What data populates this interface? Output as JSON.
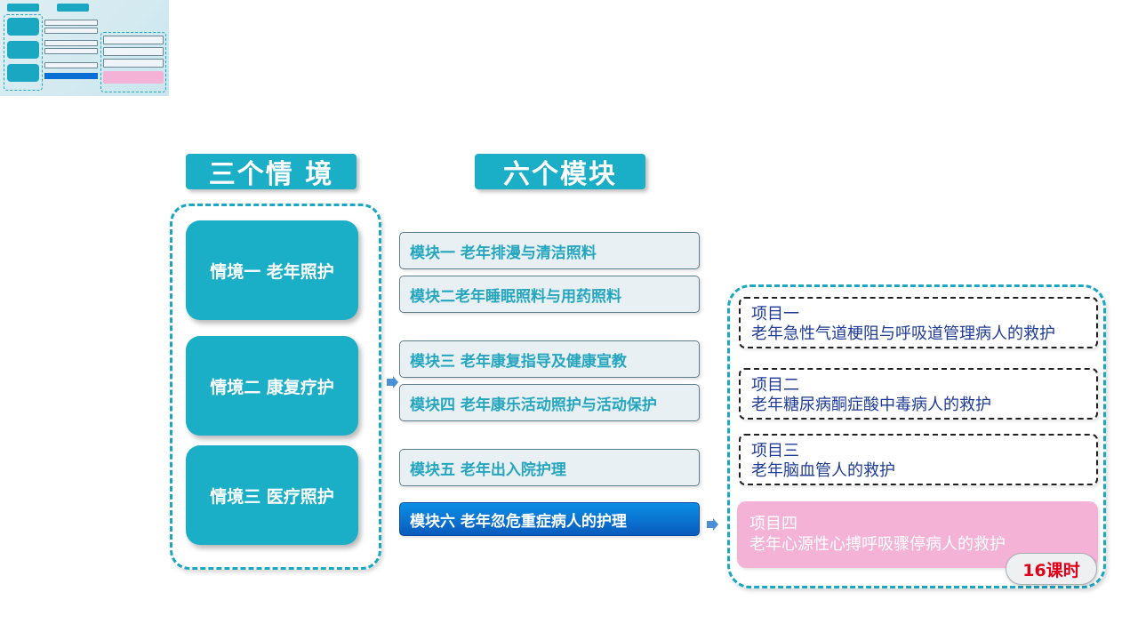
{
  "headers": {
    "scenarios": "三个情 境",
    "modules": "六个模块"
  },
  "scenarios": [
    {
      "label": "情境一   老年照护"
    },
    {
      "label": "情境二   康复疗护"
    },
    {
      "label": "情境三   医疗照护"
    }
  ],
  "modules": [
    {
      "label": "模块一 老年排漫与清洁照料"
    },
    {
      "label": "模块二老年睡眠照料与用药照料"
    },
    {
      "label": "模块三 老年康复指导及健康宣教"
    },
    {
      "label": "模块四 老年康乐活动照护与活动保护"
    },
    {
      "label": "模块五 老年出入院护理"
    },
    {
      "label": "模块六 老年忽危重症病人的护理"
    }
  ],
  "active_module_index": 5,
  "projects": [
    {
      "title": "项目一",
      "desc": "老年急性气道梗阻与呼吸道管理病人的救护"
    },
    {
      "title": "项目二",
      "desc": "老年糖尿病酮症酸中毒病人的救护"
    },
    {
      "title": "项目三",
      "desc": "老年脑血管人的救护"
    },
    {
      "title": "项目四",
      "desc": "老年心源性心搏呼吸骤停病人的救护"
    }
  ],
  "active_project_index": 3,
  "hours_badge": "16课时",
  "colors": {
    "teal": "#1aafc6",
    "active_blue": "#0a6fd4",
    "pink": "#f4b2d6",
    "badge_red": "#e0001a",
    "project_text": "#1f3b95"
  },
  "icons": {
    "connector": "arrow-right-icon"
  }
}
